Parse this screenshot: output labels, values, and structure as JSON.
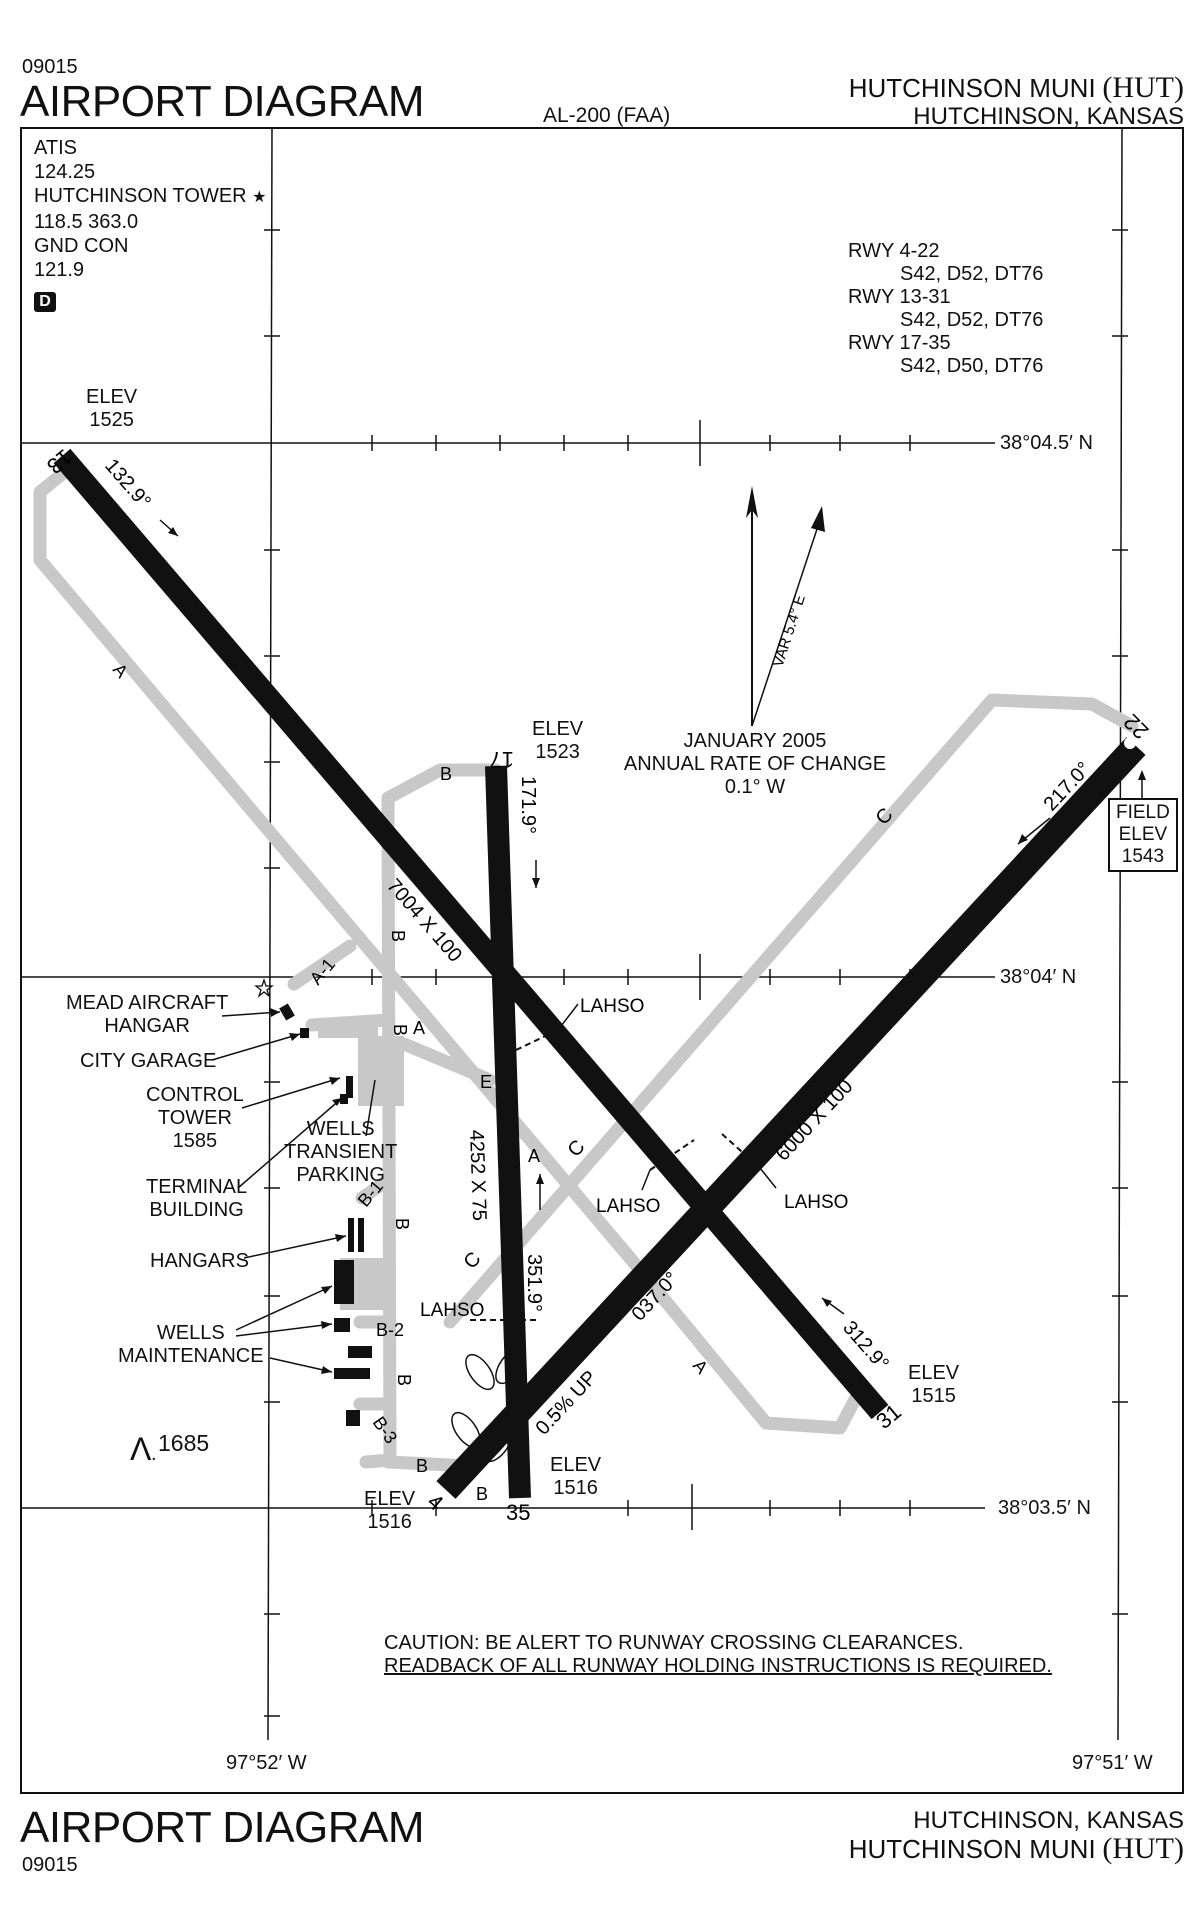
{
  "header": {
    "proc_number": "09015",
    "title": "AIRPORT DIAGRAM",
    "chart_id": "AL-200 (FAA)",
    "airport_name": "HUTCHINSON MUNI",
    "airport_id": "(HUT)",
    "city_state": "HUTCHINSON, KANSAS"
  },
  "frequencies": {
    "atis_label": "ATIS",
    "atis_freq": "124.25",
    "tower_label": "HUTCHINSON TOWER",
    "tower_star": "★",
    "tower_freq": "118.5  363.0",
    "gnd_label": "GND CON",
    "gnd_freq": "121.9",
    "d_symbol": "D"
  },
  "strengths": [
    {
      "rwy": "RWY 4-22",
      "weights": "S42, D52, DT76"
    },
    {
      "rwy": "RWY 13-31",
      "weights": "S42, D52, DT76"
    },
    {
      "rwy": "RWY 17-35",
      "weights": "S42, D50, DT76"
    }
  ],
  "coords": {
    "lat_top": "38°04.5′ N",
    "lat_mid": "38°04′ N",
    "lat_bot": "38°03.5′ N",
    "lon_left": "97°52′ W",
    "lon_right": "97°51′ W"
  },
  "magvar": {
    "var": "VAR 5.4° E",
    "date": "JANUARY 2005",
    "rate_label": "ANNUAL RATE OF CHANGE",
    "rate": "0.1° W"
  },
  "runways": {
    "r13": "13",
    "r31": "31",
    "r17": "17",
    "r35": "35",
    "r4": "4",
    "r22": "22",
    "dim_13_31": "7004 X 100",
    "dim_17_35": "4252 X 75",
    "dim_4_22": "6000 X 100",
    "hdg_13": "132.9°",
    "hdg_31": "312.9°",
    "hdg_17": "171.9°",
    "hdg_35": "351.9°",
    "hdg_4": "037.0°",
    "hdg_22": "217.0°",
    "slope_4": "0.5% UP"
  },
  "elevations": {
    "elev_label": "ELEV",
    "e13": "1525",
    "e17": "1523",
    "e31": "1515",
    "e35": "1516",
    "e4": "1516",
    "field_label1": "FIELD",
    "field_label2": "ELEV",
    "field": "1543",
    "obstacle": "1685",
    "obstacle_symbol": "Λ"
  },
  "taxiways": {
    "A": "A",
    "A1": "A-1",
    "B": "B",
    "B1": "B-1",
    "B2": "B-2",
    "B3": "B-3",
    "C": "C",
    "E": "E"
  },
  "lahso": "LAHSO",
  "buildings": {
    "mead1": "MEAD AIRCRAFT",
    "mead2": "HANGAR",
    "city_garage": "CITY GARAGE",
    "tower1": "CONTROL",
    "tower2": "TOWER",
    "tower3": "1585",
    "wells1": "WELLS",
    "wells2": "TRANSIENT",
    "wells3": "PARKING",
    "term1": "TERMINAL",
    "term2": "BUILDING",
    "hangars": "HANGARS",
    "maint1": "WELLS",
    "maint2": "MAINTENANCE"
  },
  "caution": {
    "line1": "CAUTION:  BE ALERT TO RUNWAY CROSSING CLEARANCES.",
    "line2": "READBACK OF ALL RUNWAY HOLDING INSTRUCTIONS IS REQUIRED."
  },
  "footer": {
    "title": "AIRPORT DIAGRAM",
    "proc_number": "09015",
    "city_state": "HUTCHINSON, KANSAS",
    "airport_name": "HUTCHINSON MUNI",
    "airport_id": "(HUT)"
  }
}
